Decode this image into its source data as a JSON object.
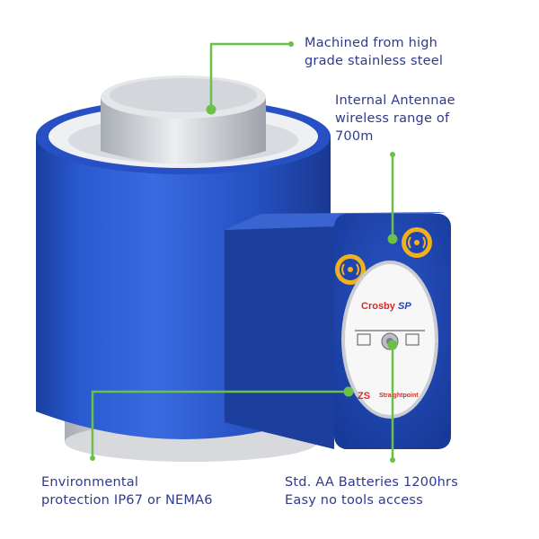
{
  "labels": {
    "steel": [
      "Machined from high",
      "grade stainless steel"
    ],
    "antenna": [
      "Internal Antennae",
      "wireless range of",
      "700m"
    ],
    "environment": [
      "Environmental",
      "protection IP67 or NEMA6"
    ],
    "batteries": [
      "Std. AA Batteries 1200hrs",
      "Easy no tools access"
    ]
  },
  "device_markings": {
    "brand_left": "Crosby",
    "brand_right": "SP",
    "maker_left": "ZS",
    "maker_right": "Straightpoint"
  },
  "icons": {
    "wireless": "wireless-signal-icon",
    "callout_dot": "callout-dot-icon"
  },
  "colors": {
    "accent_green": "#6cc04a",
    "label_text": "#2f3a8f",
    "body_blue": "#1e45b0",
    "steel_grey": "#c9ccd2",
    "brand_red": "#d62a2a",
    "badge_gold": "#f2b01e"
  }
}
